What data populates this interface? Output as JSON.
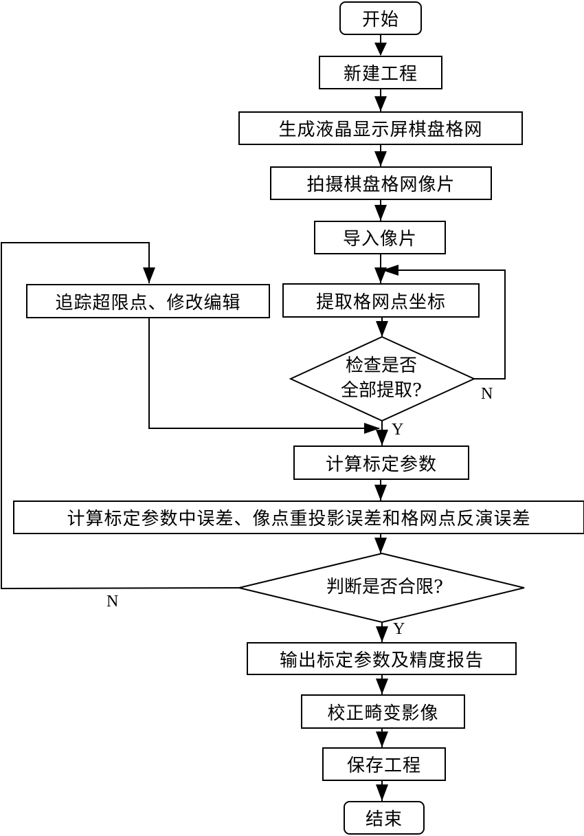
{
  "nodes": {
    "start": "开始",
    "new_project": "新建工程",
    "generate_grid": "生成液晶显示屏棋盘格网",
    "photograph_grid": "拍摄棋盘格网像片",
    "import_photos": "导入像片",
    "extract_coords": "提取格网点坐标",
    "check_extracted_line1": "检查是否",
    "check_extracted_line2": "全部提取?",
    "trace_points": "追踪超限点、修改编辑",
    "calc_params": "计算标定参数",
    "calc_errors": "计算标定参数中误差、像点重投影误差和格网点反演误差",
    "judge_limit": "判断是否合限?",
    "output_report": "输出标定参数及精度报告",
    "correct_images": "校正畸变影像",
    "save_project": "保存工程",
    "end": "结束"
  },
  "branch_labels": {
    "check_no": "N",
    "check_yes": "Y",
    "judge_no": "N",
    "judge_yes": "Y"
  }
}
